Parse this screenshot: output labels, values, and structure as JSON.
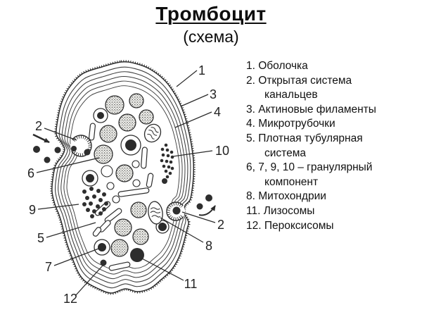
{
  "slide": {
    "title": "Тромбоцит",
    "subtitle": "(схема)"
  },
  "legend": {
    "lines": [
      "1. Оболочка",
      "2. Открытая система",
      "канальцев",
      "3. Актиновые филаменты",
      "4. Микротрубочки",
      "5. Плотная тубулярная",
      "система",
      "6, 7, 9, 10 – гранулярный",
      "компонент",
      "8. Митохондрии",
      "11. Лизосомы",
      "12. Пероксисомы"
    ]
  },
  "diagram": {
    "labels": [
      "1",
      "3",
      "4",
      "2",
      "6",
      "10",
      "9",
      "5",
      "7",
      "12",
      "11",
      "8",
      "2"
    ]
  },
  "colors": {
    "ink": "#2b2b2b",
    "paper": "#ffffff",
    "granule_fill": "#f2f2ee"
  }
}
